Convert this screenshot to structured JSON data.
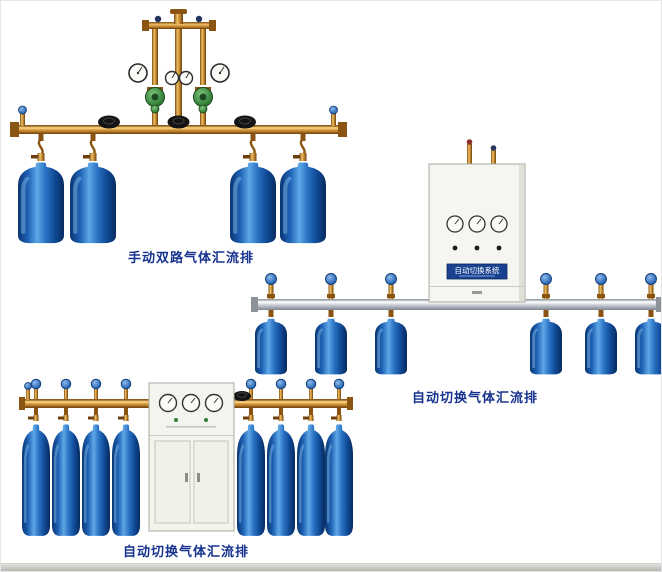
{
  "page": {
    "background": "#ffffff",
    "caption_color": "#17338f"
  },
  "products": [
    {
      "name": "manual-dual-line-gas-manifold",
      "caption": "手动双路气体汇流排",
      "cylinders": 4
    },
    {
      "name": "auto-switching-gas-manifold-wall-cabinet",
      "caption": "自动切换气体汇流排",
      "cabinet_label": "自动切换系统",
      "cylinders": 6
    },
    {
      "name": "auto-switching-gas-manifold-floor-cabinet",
      "caption": "自动切换气体汇流排",
      "cylinders": 8
    }
  ],
  "colors": {
    "cylinder_blue": "#1e62b5",
    "brass_pipe": "#cf9238",
    "silver_pipe": "#c2c7ce",
    "cabinet_body": "#f5f5f1",
    "regulator_green": "#2f7d33",
    "gauge_disc_blue": "#3a76c0"
  }
}
